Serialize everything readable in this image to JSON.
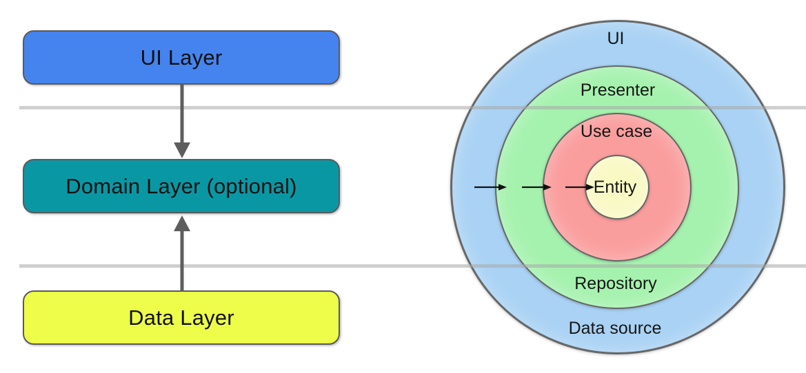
{
  "left_diagram": {
    "boxes": [
      {
        "label": "UI Layer",
        "fill": "#4584ee"
      },
      {
        "label": "Domain Layer (optional)",
        "fill": "#0a97a4"
      },
      {
        "label": "Data Layer",
        "fill": "#edfd4a"
      }
    ],
    "arrows": [
      {
        "from": "UI Layer",
        "to": "Domain Layer (optional)",
        "direction": "down"
      },
      {
        "from": "Data Layer",
        "to": "Domain Layer (optional)",
        "direction": "up"
      }
    ]
  },
  "right_diagram": {
    "type": "concentric-rings",
    "rings": [
      {
        "label_top": "UI",
        "label_bottom": "Data source",
        "fill": "#a9d2f4"
      },
      {
        "label_top": "Presenter",
        "label_bottom": "Repository",
        "fill": "#a5f2ae"
      },
      {
        "label_top": "Use case",
        "fill": "#fa9d9d"
      },
      {
        "label_center": "Entity",
        "fill": "#f9f9c4"
      }
    ],
    "inward_arrows_count": 3
  },
  "colors": {
    "separator_line": "#d0d0d0",
    "box_border": "#5a5a5a",
    "ring_border": "#676767",
    "left_arrow": "#5d5d5d",
    "inward_arrow": "#111111",
    "background": "#ffffff"
  }
}
